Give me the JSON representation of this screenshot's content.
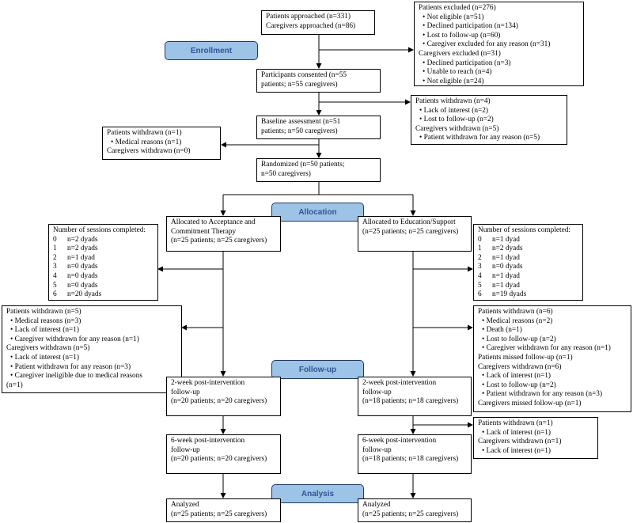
{
  "approached": [
    "Patients approached (n=331)",
    "Caregivers approached (n=86)"
  ],
  "excluded": {
    "patients_header": "Patients excluded (n=276)",
    "patients_items": [
      "Not eligible (n=51)",
      "Declined participation (n=134)",
      "Lost to follow-up (n=60)",
      "Caregiver excluded for any reason (n=31)"
    ],
    "caregivers_header": "Caregivers excluded (n=31)",
    "caregivers_items": [
      "Declined participation (n=3)",
      "Unable to reach (n=4)",
      "Not eligible (n=24)"
    ]
  },
  "stages": {
    "enrollment": "Enrollment",
    "allocation": "Allocation",
    "followup": "Follow-up",
    "analysis": "Analysis"
  },
  "consented": [
    "Participants consented (n=55",
    "patients; n=55 caregivers)"
  ],
  "withdrawn_after_consent": {
    "patients_header": "Patients withdrawn (n=4)",
    "patients_items": [
      "Lack of interest (n=2)",
      "Lost to follow-up (n=2)"
    ],
    "caregivers_header": "Caregivers withdrawn (n=5)",
    "caregivers_items": [
      "Patient withdrawn for any reason (n=5)"
    ]
  },
  "withdrawn_after_baseline": {
    "patients_header": "Patients withdrawn (n=1)",
    "patients_items": [
      "Medical reasons (n=1)"
    ],
    "caregivers_header": "Caregivers withdrawn (n=0)"
  },
  "baseline": [
    "Baseline assessment (n=51",
    "patients; n=50 caregivers)"
  ],
  "randomized": [
    "Randomized (n=50 patients;",
    "n=50 caregivers)"
  ],
  "act": {
    "allocated": [
      "Allocated to Acceptance and",
      "Commitment Therapy",
      "(n=25 patients; n=25 caregivers)"
    ],
    "sessions_header": "Number of sessions completed:",
    "sessions": [
      {
        "num": "0",
        "val": "n=2 dyads"
      },
      {
        "num": "1",
        "val": "n=2 dyads"
      },
      {
        "num": "2",
        "val": "n=1 dyad"
      },
      {
        "num": "3",
        "val": "n=0 dyads"
      },
      {
        "num": "4",
        "val": "n=0 dyads"
      },
      {
        "num": "5",
        "val": "n=0 dyads"
      },
      {
        "num": "6",
        "val": "n=20 dyads"
      }
    ],
    "withdrawn": {
      "patients_header": "Patients withdrawn (n=5)",
      "patients_items": [
        "Medical reasons (n=3)",
        "Lack of interest (n=1)",
        "Caregiver withdrawn for any reason (n=1)"
      ],
      "caregivers_header": "Caregivers withdrawn (n=5)",
      "caregivers_items": [
        "Lack of interest (n=1)",
        "Patient withdrawn for any reason (n=3)",
        "Caregiver ineligible due to medical reasons"
      ],
      "caregivers_tail": "(n=1)"
    },
    "week2": [
      "2-week post-intervention",
      "follow-up",
      "(n=20 patients; n=20 caregivers)"
    ],
    "week6": [
      "6-week post-intervention",
      "follow-up",
      "(n=20 patients; n=20 caregivers)"
    ],
    "analyzed": [
      "Analyzed",
      "(n=25 patients; n=25 caregivers)"
    ]
  },
  "es": {
    "allocated": [
      "Allocated to Education/Support",
      "(n=25 patients; n=25 caregivers)"
    ],
    "sessions_header": "Number of sessions completed:",
    "sessions": [
      {
        "num": "0",
        "val": "n=1 dyad"
      },
      {
        "num": "1",
        "val": "n=2 dyads"
      },
      {
        "num": "2",
        "val": "n=1 dyad"
      },
      {
        "num": "3",
        "val": "n=0 dyads"
      },
      {
        "num": "4",
        "val": "n=1 dyad"
      },
      {
        "num": "5",
        "val": "n=1 dyad"
      },
      {
        "num": "6",
        "val": "n=19 dyads"
      }
    ],
    "withdrawn": {
      "patients_header": "Patients withdrawn (n=6)",
      "patients_items": [
        "Medical reasons (n=2)",
        "Death (n=1)",
        "Lost to follow-up (n=2)",
        "Caregiver withdrawn for any reason (n=1)"
      ],
      "patients_missed": "Patients missed follow-up (n=1)",
      "caregivers_header": "Caregivers withdrawn (n=6)",
      "caregivers_items": [
        "Lack of interest (n=1)",
        "Lost to follow-up (n=2)",
        "Patient withdrawn for any reason (n=3)"
      ],
      "caregivers_missed": "Caregivers missed follow-up (n=1)"
    },
    "week2": [
      "2-week post-intervention",
      "follow-up",
      "(n=18 patients; n=18 caregivers)"
    ],
    "withdrawn_week2": {
      "patients_header": "Patients withdrawn (n=1)",
      "patients_items": [
        "Lack of interest (n=1)"
      ],
      "caregivers_header": "Caregivers withdrawn (n=1)",
      "caregivers_items": [
        "Lack of interest (n=1)"
      ]
    },
    "week6": [
      "6-week post-intervention",
      "follow-up",
      "(n=18 patients; n=18 caregivers)"
    ],
    "analyzed": [
      "Analyzed",
      "(n=25 patients; n=25 caregivers)"
    ]
  }
}
